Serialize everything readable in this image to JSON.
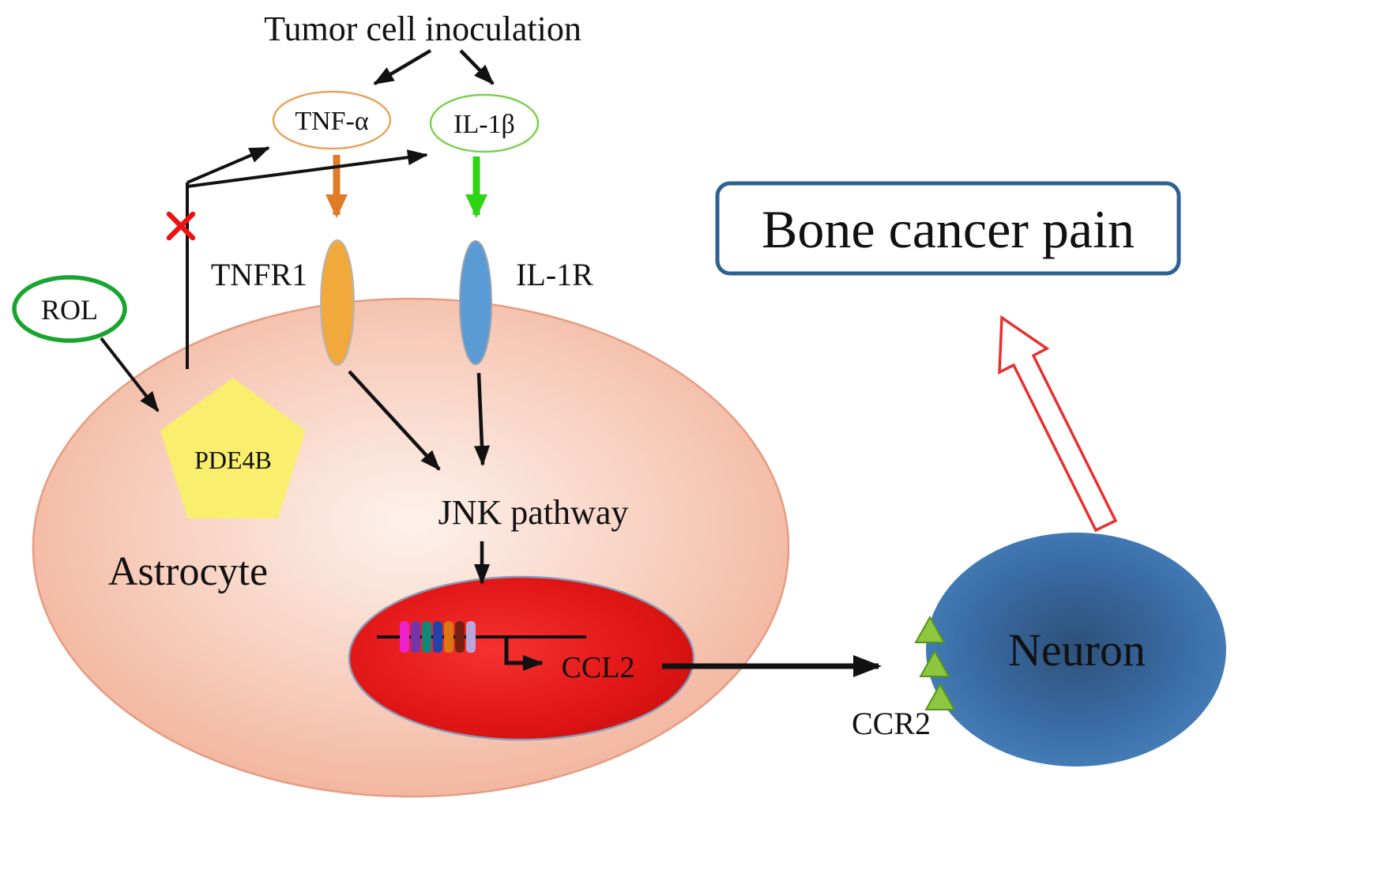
{
  "labels": {
    "tumor_inoculation": "Tumor cell inoculation",
    "tnf_alpha": "TNF-α",
    "il_1b": "IL-1β",
    "tnfr1": "TNFR1",
    "il_1r": "IL-1R",
    "rol": "ROL",
    "pde4b": "PDE4B",
    "astrocyte": "Astrocyte",
    "jnk_pathway": "JNK pathway",
    "ccl2": "CCL2",
    "ccr2": "CCR2",
    "neuron": "Neuron",
    "bone_cancer_pain": "Bone cancer pain"
  },
  "colors": {
    "tnf_ellipse_stroke": "#e8a45e",
    "il1b_ellipse_stroke": "#7bd14f",
    "tnf_arrow": "#e07b28",
    "il1b_arrow": "#2fd513",
    "tnfr1_fill": "#f2a93b",
    "il1r_fill": "#5b9bd5",
    "rol_stroke": "#17a52e",
    "pde4b_fill": "#f9ee6e",
    "astrocyte_fill": "#f5c0ac",
    "nucleus_fill": "#e01515",
    "neuron_fill": "#3f74ad",
    "ccr2_fill": "#8dc63f",
    "inhibit_x": "#ee1111",
    "pain_arrow_stroke": "#e83030",
    "box_stroke": "#2e6091",
    "arrow_black": "#111111"
  },
  "gene_bars": [
    "#ee22cc",
    "#7733aa",
    "#118877",
    "#2244aa",
    "#dd7711",
    "#772211",
    "#b9a6dc"
  ]
}
